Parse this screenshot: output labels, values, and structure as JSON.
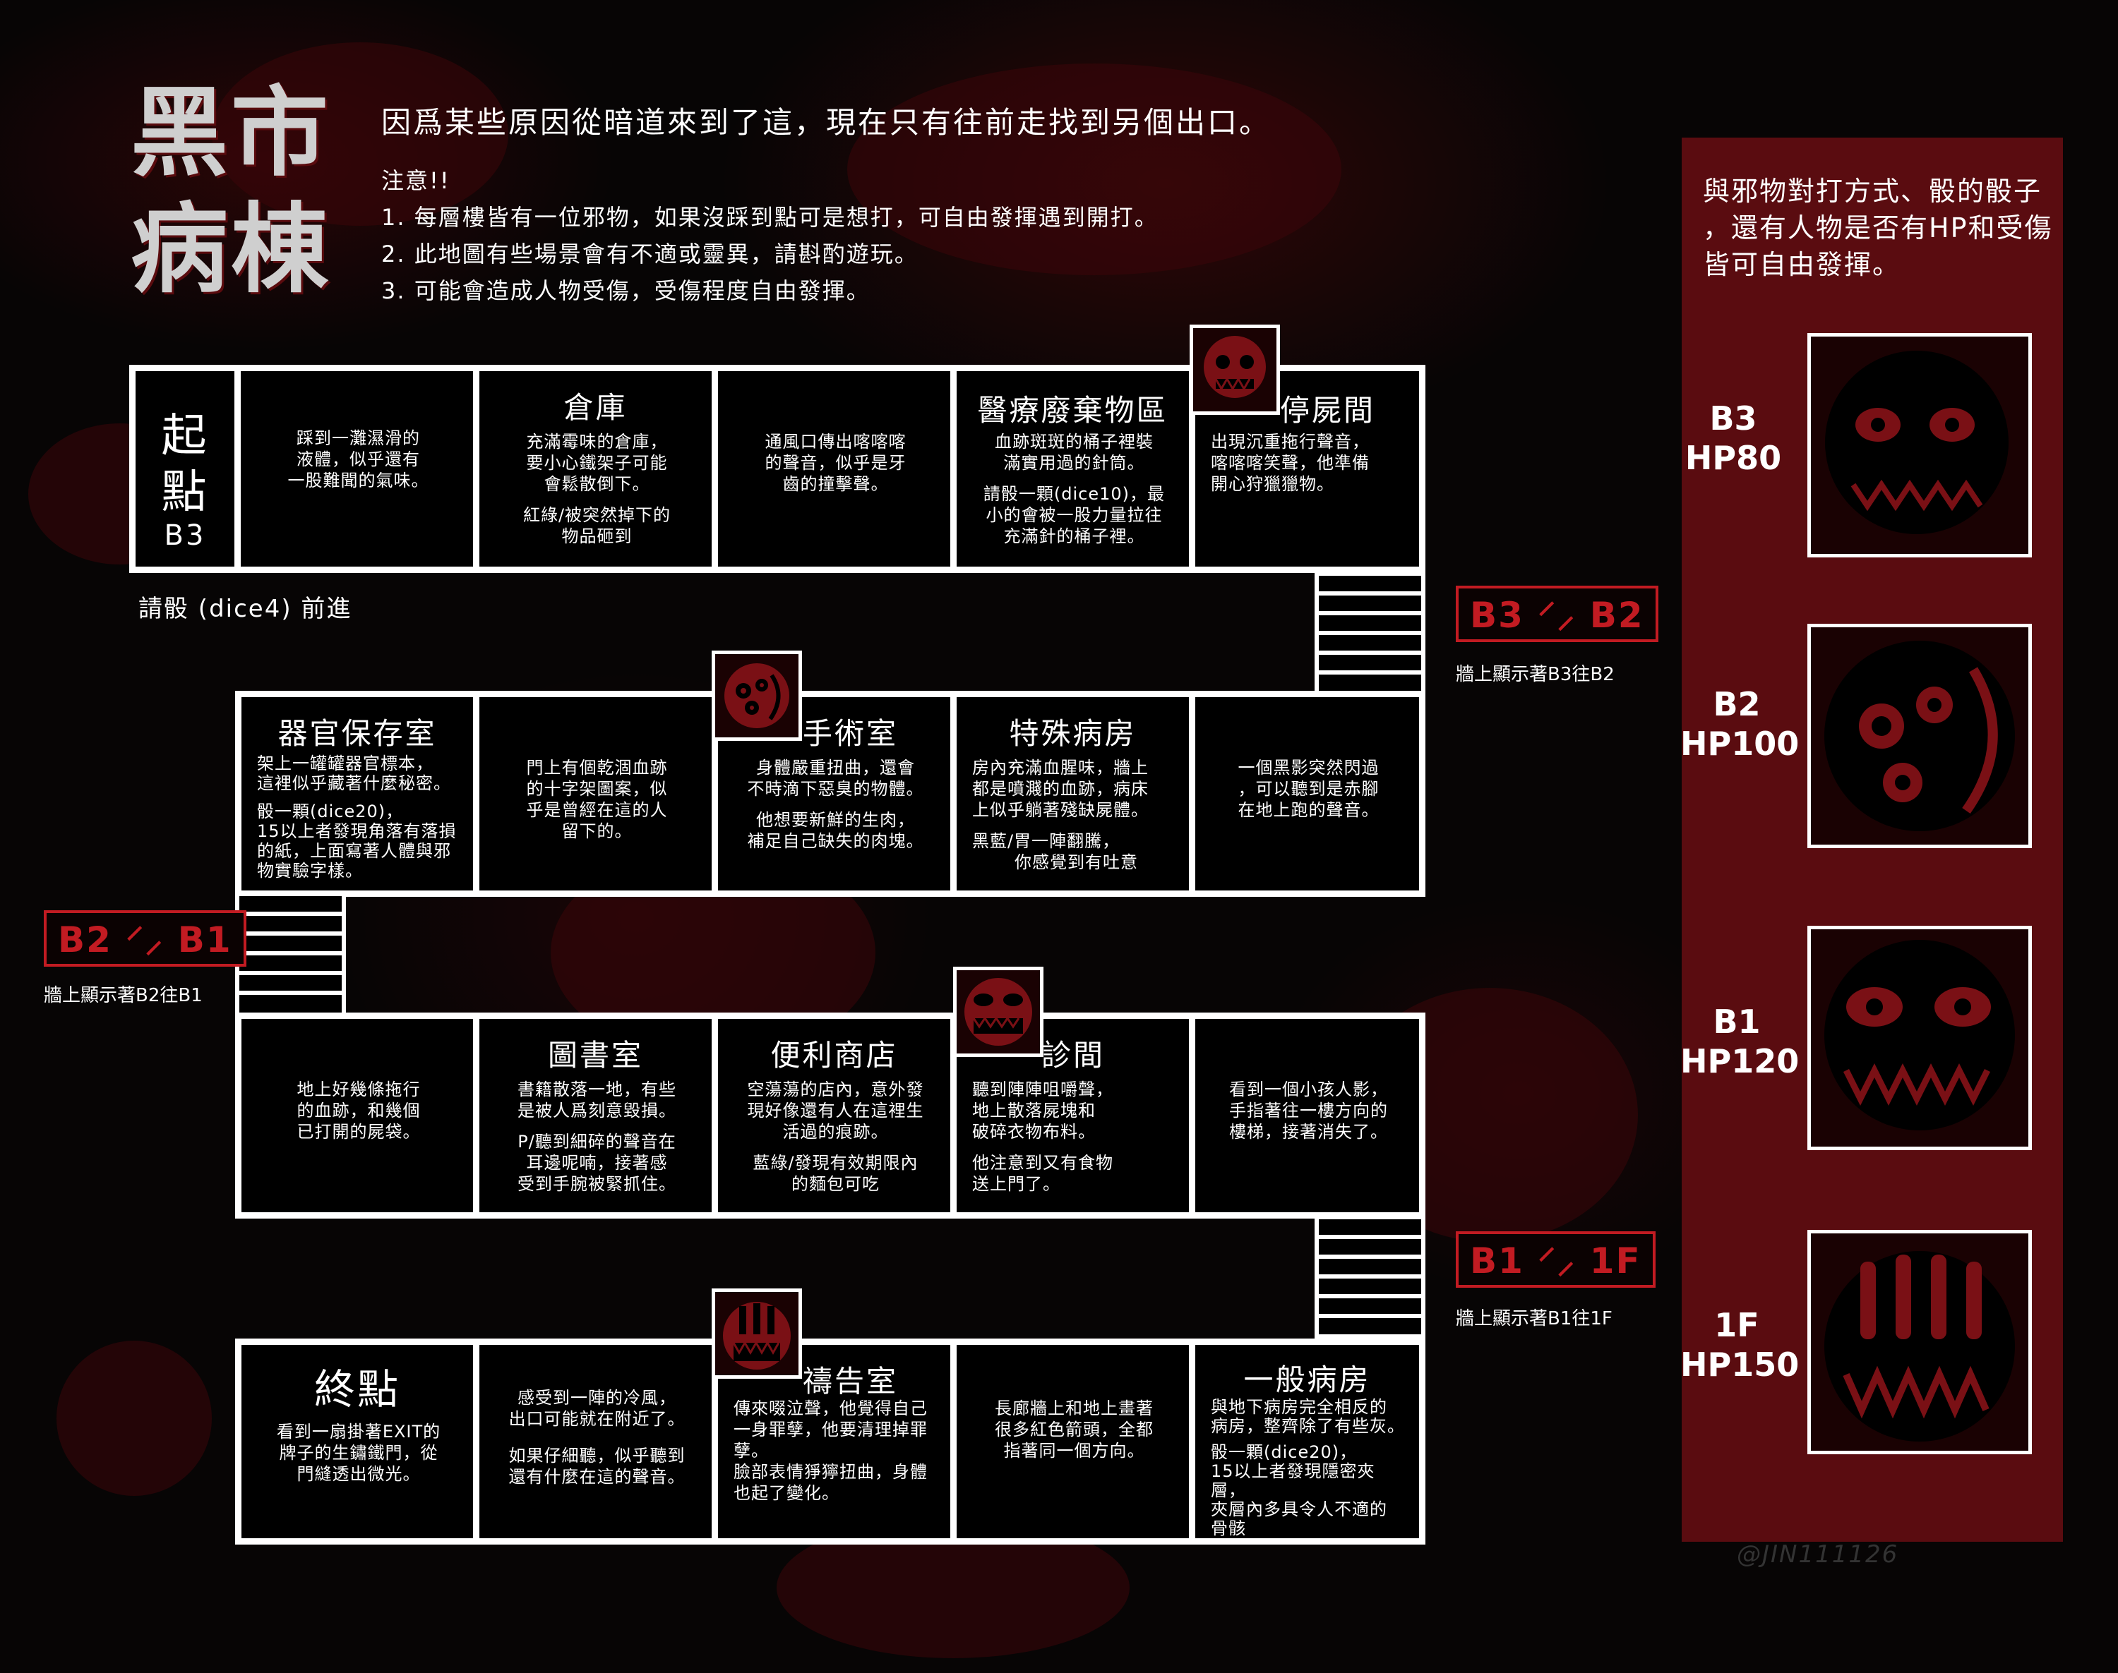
{
  "title": {
    "line1": "黑市",
    "line2": "病棟"
  },
  "intro": "因爲某些原因從暗道來到了這，現在只有往前走找到另個出口。",
  "notes": {
    "heading": "注意!!",
    "items": [
      "1. 每層樓皆有一位邪物，如果沒踩到點可是想打，可自由發揮遇到開打。",
      "2. 此地圖有些場景會有不適或靈異，請斟酌遊玩。",
      "3. 可能會造成人物受傷，受傷程度自由發揮。"
    ]
  },
  "dice_hint": "請骰 (dice4) 前進",
  "floor_b3": {
    "start": {
      "label_top": "起",
      "label_bottom": "點",
      "floor": "B3"
    },
    "rooms": [
      {
        "name": "",
        "desc": [
          "踩到一灘濕滑的",
          "液體，似乎還有",
          "一股難聞的氣味。"
        ]
      },
      {
        "name": "倉庫",
        "desc": [
          "充滿霉味的倉庫，",
          "要小心鐵架子可能",
          "會鬆散倒下。"
        ],
        "extra": [
          "紅綠/被突然掉下的",
          "物品砸到"
        ]
      },
      {
        "name": "",
        "desc": [
          "通風口傳出喀喀喀",
          "的聲音，似乎是牙",
          "齒的撞擊聲。"
        ]
      },
      {
        "name": "醫療廢棄物區",
        "desc": [
          "血跡斑斑的桶子裡裝",
          "滿實用過的針筒。"
        ],
        "extra": [
          "請骰一顆(dice10)，最",
          "小的會被一股力量拉往",
          "充滿針的桶子裡。"
        ]
      },
      {
        "name": "停屍間",
        "desc": [
          "出現沉重拖行聲音，",
          "喀喀喀笑聲，他準備",
          "開心狩獵獵物。"
        ]
      }
    ]
  },
  "stairs": [
    {
      "label": "B3 ⸍⸝ B2",
      "note": "牆上顯示著B3往B2"
    },
    {
      "label": "B2 ⸍⸝ B1",
      "note": "牆上顯示著B2往B1"
    },
    {
      "label": "B1 ⸍⸝ 1F",
      "note": "牆上顯示著B1往1F"
    }
  ],
  "floor_b2": {
    "rooms": [
      {
        "name": "器官保存室",
        "desc": [
          "架上一罐罐器官標本，",
          "這裡似乎藏著什麼秘密。"
        ],
        "extra": [
          "骰一顆(dice20)，",
          "15以上者發現角落有落損",
          "的紙，上面寫著人體與邪",
          "物實驗字樣。"
        ]
      },
      {
        "name": "",
        "desc": [
          "門上有個乾涸血跡",
          "的十字架圖案，似",
          "乎是曾經在這的人",
          "留下的。"
        ]
      },
      {
        "name": "手術室",
        "desc": [
          "身體嚴重扭曲，還會",
          "不時滴下惡臭的物體。"
        ],
        "extra": [
          "他想要新鮮的生肉，",
          "補足自己缺失的肉塊。"
        ]
      },
      {
        "name": "特殊病房",
        "desc": [
          "房內充滿血腥味，牆上",
          "都是噴濺的血跡，病床",
          "上似乎躺著殘缺屍體。"
        ],
        "extra": [
          "黑藍/胃一陣翻騰，",
          "你感覺到有吐意"
        ]
      },
      {
        "name": "",
        "desc": [
          "一個黑影突然閃過",
          "，可以聽到是赤腳",
          "在地上跑的聲音。"
        ]
      }
    ]
  },
  "floor_b1": {
    "rooms": [
      {
        "name": "",
        "desc": [
          "地上好幾條拖行",
          "的血跡，和幾個",
          "已打開的屍袋。"
        ]
      },
      {
        "name": "圖書室",
        "desc": [
          "書籍散落一地，有些",
          "是被人爲刻意毀損。"
        ],
        "extra": [
          "P/聽到細碎的聲音在",
          "耳邊呢喃，接著感",
          "受到手腕被緊抓住。"
        ]
      },
      {
        "name": "便利商店",
        "desc": [
          "空蕩蕩的店內，意外發",
          "現好像還有人在這裡生",
          "活過的痕跡。"
        ],
        "extra": [
          "藍綠/發現有效期限內",
          "的麵包可吃"
        ]
      },
      {
        "name": "診間",
        "desc": [
          "聽到陣陣咀嚼聲，",
          "地上散落屍塊和",
          "破碎衣物布料。"
        ],
        "extra": [
          "他注意到又有食物",
          "送上門了。"
        ]
      },
      {
        "name": "",
        "desc": [
          "看到一個小孩人影，",
          "手指著往一樓方向的",
          "樓梯，接著消失了。"
        ]
      }
    ]
  },
  "floor_1f": {
    "rooms": [
      {
        "name": "終點",
        "desc": [
          "看到一扇掛著EXIT的",
          "牌子的生鏽鐵門，從",
          "門縫透出微光。"
        ]
      },
      {
        "name": "",
        "desc": [
          "感受到一陣的冷風，",
          "出口可能就在附近了。"
        ],
        "extra": [
          "如果仔細聽，似乎聽到",
          "還有什麼在這的聲音。"
        ]
      },
      {
        "name": "禱告室",
        "desc": [
          "傳來啜泣聲，他覺得自己",
          "一身罪孽，他要清理掉罪",
          "孽。"
        ],
        "extra": [
          "臉部表情猙獰扭曲，身體",
          "也起了變化。"
        ]
      },
      {
        "name": "",
        "desc": [
          "長廊牆上和地上畫著",
          "很多紅色箭頭，全都",
          "指著同一個方向。"
        ]
      },
      {
        "name": "一般病房",
        "desc": [
          "與地下病房完全相反的",
          "病房，整齊除了有些灰。"
        ],
        "extra": [
          "骰一顆(dice20)，",
          "15以上者發現隱密夾層，",
          "夾層內多具令人不適的",
          "骨骸"
        ]
      }
    ]
  },
  "panel": {
    "text": [
      "與邪物對打方式、骰的骰子",
      "，還有人物是否有HP和受傷",
      "皆可自由發揮。"
    ],
    "bosses": [
      {
        "floor": "B3",
        "hp": "HP80"
      },
      {
        "floor": "B2",
        "hp": "HP100"
      },
      {
        "floor": "B1",
        "hp": "HP120"
      },
      {
        "floor": "1F",
        "hp": "HP150"
      }
    ]
  },
  "watermark": "@JIN111126",
  "colors": {
    "accent_red": "#c21b22",
    "panel_red": "#5a0c10",
    "background": "#070505"
  }
}
